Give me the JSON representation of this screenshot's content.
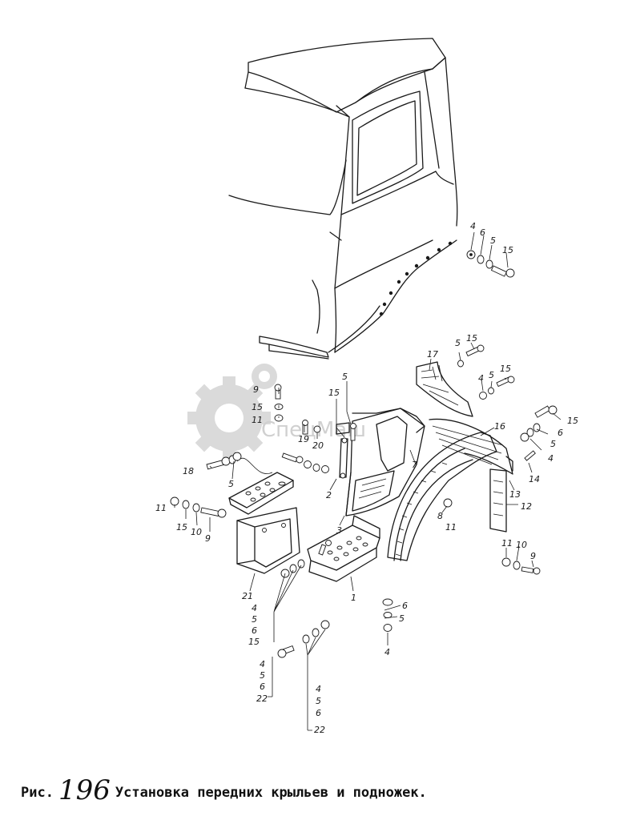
{
  "caption": {
    "prefix": "Рис.",
    "number": "196",
    "title": "Установка передних крыльев и подножек."
  },
  "watermark": {
    "text": "СпецМаш"
  },
  "callouts": [
    {
      "id": "c-4a",
      "label": "4"
    },
    {
      "id": "c-6a",
      "label": "6"
    },
    {
      "id": "c-5a",
      "label": "5"
    },
    {
      "id": "c-15a",
      "label": "15"
    },
    {
      "id": "c-5b",
      "label": "5"
    },
    {
      "id": "c-15b",
      "label": "15"
    },
    {
      "id": "c-17",
      "label": "17"
    },
    {
      "id": "c-4c",
      "label": "4"
    },
    {
      "id": "c-5c",
      "label": "5"
    },
    {
      "id": "c-15c",
      "label": "15"
    },
    {
      "id": "c-16",
      "label": "16"
    },
    {
      "id": "c-15d",
      "label": "15"
    },
    {
      "id": "c-6d",
      "label": "6"
    },
    {
      "id": "c-5d",
      "label": "5"
    },
    {
      "id": "c-4d",
      "label": "4"
    },
    {
      "id": "c-14",
      "label": "14"
    },
    {
      "id": "c-13",
      "label": "13"
    },
    {
      "id": "c-12",
      "label": "12"
    },
    {
      "id": "c-8",
      "label": "8"
    },
    {
      "id": "c-11r",
      "label": "11"
    },
    {
      "id": "c-11b",
      "label": "11"
    },
    {
      "id": "c-10b",
      "label": "10"
    },
    {
      "id": "c-9b",
      "label": "9"
    },
    {
      "id": "c-7",
      "label": "7"
    },
    {
      "id": "c-5e",
      "label": "5"
    },
    {
      "id": "c-15e",
      "label": "15"
    },
    {
      "id": "c-9a",
      "label": "9"
    },
    {
      "id": "c-15f",
      "label": "15"
    },
    {
      "id": "c-11a",
      "label": "11"
    },
    {
      "id": "c-19",
      "label": "19"
    },
    {
      "id": "c-20",
      "label": "20"
    },
    {
      "id": "c-2",
      "label": "2"
    },
    {
      "id": "c-3",
      "label": "3"
    },
    {
      "id": "c-1",
      "label": "1"
    },
    {
      "id": "c-18",
      "label": "18"
    },
    {
      "id": "c-5f",
      "label": "5"
    },
    {
      "id": "c-11l",
      "label": "11"
    },
    {
      "id": "c-15l",
      "label": "15"
    },
    {
      "id": "c-10l",
      "label": "10"
    },
    {
      "id": "c-9l",
      "label": "9"
    },
    {
      "id": "c-21",
      "label": "21"
    },
    {
      "id": "c-g1-4",
      "label": "4"
    },
    {
      "id": "c-g1-5",
      "label": "5"
    },
    {
      "id": "c-g1-6",
      "label": "6"
    },
    {
      "id": "c-g1-15",
      "label": "15"
    },
    {
      "id": "c-g2-4",
      "label": "4"
    },
    {
      "id": "c-g2-5",
      "label": "5"
    },
    {
      "id": "c-g2-6",
      "label": "6"
    },
    {
      "id": "c-g2-22",
      "label": "22"
    },
    {
      "id": "c-g3-4",
      "label": "4"
    },
    {
      "id": "c-g3-5",
      "label": "5"
    },
    {
      "id": "c-g3-6",
      "label": "6"
    },
    {
      "id": "c-g3-22",
      "label": "22"
    },
    {
      "id": "c-6g",
      "label": "6"
    },
    {
      "id": "c-5g",
      "label": "5"
    },
    {
      "id": "c-4g",
      "label": "4"
    }
  ]
}
